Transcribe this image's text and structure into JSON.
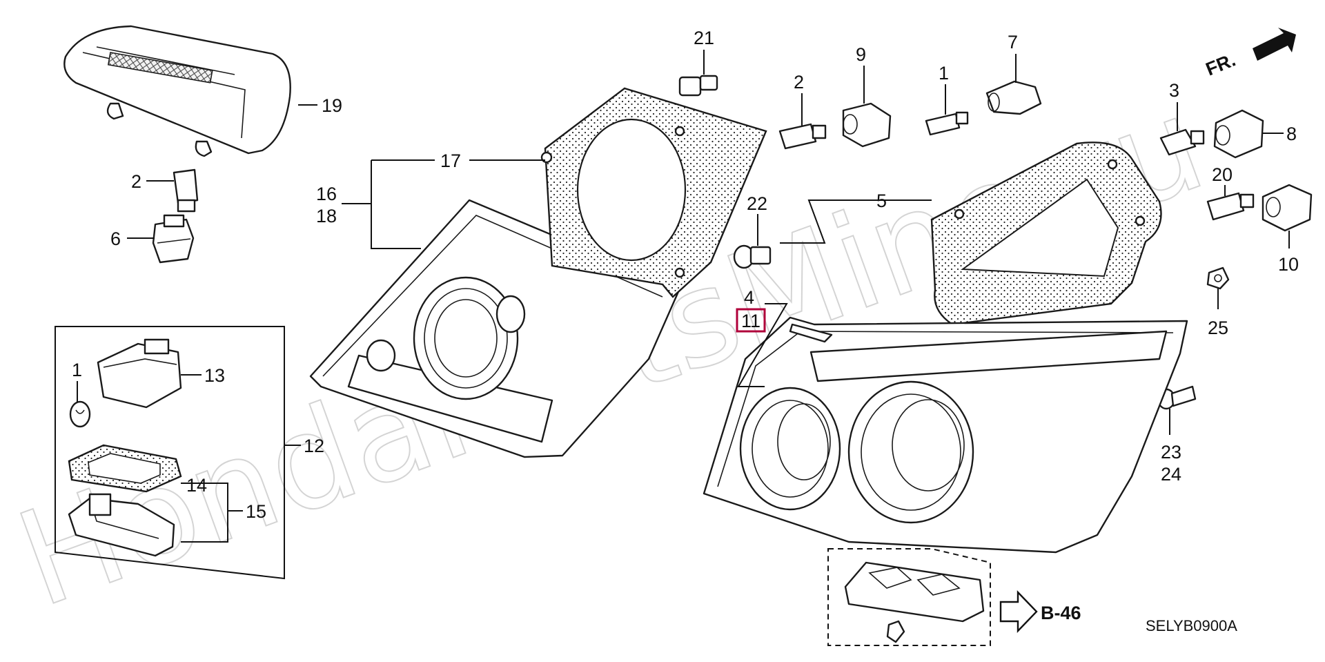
{
  "diagram": {
    "watermark": "HondaPartsMine.ru",
    "direction_label": "FR.",
    "reference_label": "B-46",
    "diagram_code": "SELYB0900A",
    "highlight_color": "#b0003a",
    "callouts": {
      "c1a": "1",
      "c1b": "1",
      "c2a": "2",
      "c2b": "2",
      "c3": "3",
      "c4": "4",
      "c5": "5",
      "c6": "6",
      "c7": "7",
      "c8": "8",
      "c9": "9",
      "c10": "10",
      "c11": "11",
      "c12": "12",
      "c13": "13",
      "c14": "14",
      "c15": "15",
      "c16": "16",
      "c17": "17",
      "c18": "18",
      "c19": "19",
      "c20": "20",
      "c21": "21",
      "c22": "22",
      "c23": "23",
      "c24": "24",
      "c25": "25"
    }
  }
}
